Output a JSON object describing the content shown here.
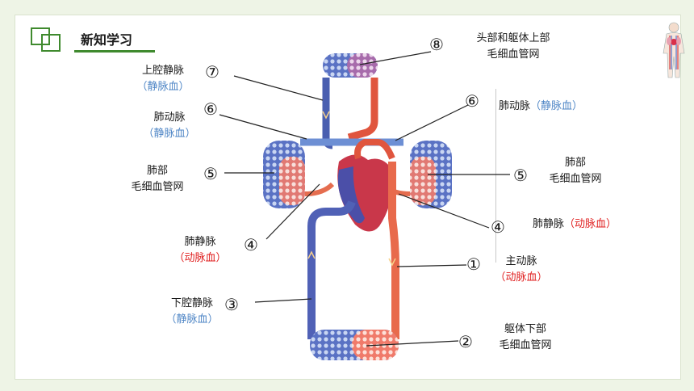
{
  "header": {
    "title": "新知学习"
  },
  "labels": {
    "n8": "⑧",
    "head_cap_1": "头部和躯体上部",
    "head_cap_2": "毛细血管网",
    "n7": "⑦",
    "svc": "上腔静脉",
    "svc_blood": "（静脉血）",
    "n6l": "⑥",
    "pa_l": "肺动脉",
    "pa_l_blood": "（静脉血）",
    "n6r": "⑥",
    "pa_r": "肺动脉",
    "pa_r_blood": "（静脉血）",
    "n5l": "⑤",
    "lung_l_1": "肺部",
    "lung_l_2": "毛细血管网",
    "n5r": "⑤",
    "lung_r_1": "肺部",
    "lung_r_2": "毛细血管网",
    "n4l": "④",
    "pv_l": "肺静脉",
    "pv_l_blood": "（动脉血）",
    "n4r": "④",
    "pv_r": "肺静脉",
    "pv_r_blood": "（动脉血）",
    "n1": "①",
    "aorta": "主动脉",
    "aorta_blood": "（动脉血）",
    "n3": "③",
    "ivc": "下腔静脉",
    "ivc_blood": "（静脉血）",
    "n2": "②",
    "lower_cap_1": "躯体下部",
    "lower_cap_2": "毛细血管网"
  },
  "colors": {
    "venous": "#4f86c6",
    "arterial": "#e01f1f",
    "accent": "#3f8a2e"
  },
  "icons": [
    "header-squares-icon",
    "human-body-icon"
  ]
}
